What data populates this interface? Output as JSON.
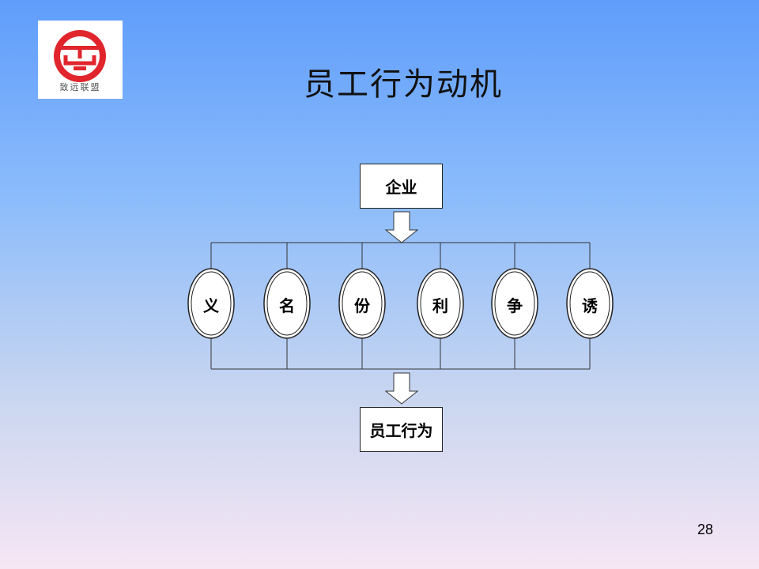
{
  "logo": {
    "text": "致远联盟",
    "color": "#e0262c"
  },
  "title": "员工行为动机",
  "diagram": {
    "source": "企业",
    "motives": [
      "义",
      "名",
      "份",
      "利",
      "争",
      "诱"
    ],
    "result": "员工行为"
  },
  "page_number": "28"
}
